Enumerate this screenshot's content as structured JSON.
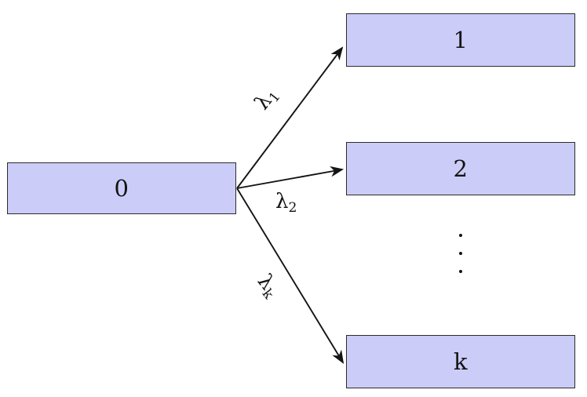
{
  "diagram": {
    "type": "state-transition-diagram",
    "title": "",
    "background_color": "#ffffff",
    "node_fill_color": "#ccccf8",
    "node_border_color": "#2b2b2b",
    "edge_color": "#141414",
    "nodes": [
      {
        "id": "zero",
        "label": "0",
        "role": "source-state"
      },
      {
        "id": "one",
        "label": "1",
        "role": "target-state"
      },
      {
        "id": "two",
        "label": "2",
        "role": "target-state"
      },
      {
        "id": "k",
        "label": "k",
        "role": "target-state"
      }
    ],
    "edges": [
      {
        "from": "zero",
        "to": "one",
        "rate_symbol": "λ",
        "rate_subscript": "1",
        "direction": "up-right"
      },
      {
        "from": "zero",
        "to": "two",
        "rate_symbol": "λ",
        "rate_subscript": "2",
        "direction": "right"
      },
      {
        "from": "zero",
        "to": "k",
        "rate_symbol": "λ",
        "rate_subscript": "k",
        "direction": "down-right"
      }
    ],
    "ellipsis": {
      "name": "vertical-ellipsis",
      "glyph": "⋮",
      "dot_count": 3,
      "meaning": "additional states between 2 and k"
    }
  }
}
